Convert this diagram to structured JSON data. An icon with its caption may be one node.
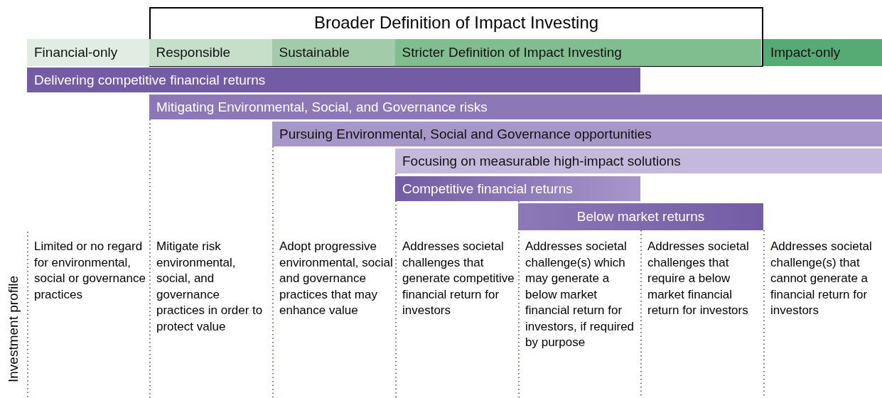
{
  "diagram": {
    "nodes": [
      {
        "text": [
          "Broader Definition of Impact Investing"
        ]
      },
      {
        "text": [
          "Financial-only"
        ]
      },
      {
        "text": [
          "Responsible"
        ],
        "in": 0
      },
      {
        "text": [
          "Sustainable"
        ],
        "in": 0
      },
      {
        "text": [
          "Stricter Definition of Impact Investing"
        ],
        "in": 0
      },
      {
        "text": [
          "Impact-only"
        ]
      },
      {
        "text": [
          "Delivering competitive financial returns"
        ]
      },
      {
        "text": [
          "Mitigating Environmental, Social, and Governance risks"
        ]
      },
      {
        "text": [
          "Pursuing Environmental, Social and Governance opportunities"
        ]
      },
      {
        "text": [
          "Focusing on measurable high-impact solutions"
        ]
      },
      {
        "text": [
          "Competitive financial returns"
        ]
      },
      {
        "text": [
          "Below market returns"
        ]
      }
    ],
    "labels": [
      "Investment profile",
      "Limited or no regard for environmental, social or governance practices",
      "Mitigate risk environmental, social, and governance practices in order to protect value",
      "Adopt progressive environmental, social and governance practices that may enhance value",
      "Addresses societal challenges that generate competitive financial return for investors",
      "Addresses societal challenge(s) which may generate a below market financial return for investors, if required by purpose",
      "Addresses societal challenges that require a below market financial return for investors",
      "Addresses societal challenge(s) that cannot generate a financial return for investors"
    ]
  }
}
